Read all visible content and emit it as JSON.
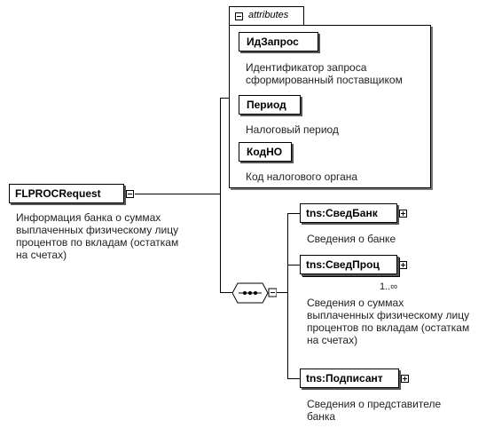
{
  "root": {
    "name": "FLPROCRequest",
    "description": "Информация банка о суммах\nвыплаченных физическому лицу\nпроцентов по вкладам (остаткам\nна счетах)"
  },
  "attributes": {
    "header": "attributes",
    "items": [
      {
        "name": "ИдЗапрос",
        "description": "Идентификатор запроса\nсформированный поставщиком"
      },
      {
        "name": "Период",
        "description": "Налоговый период"
      },
      {
        "name": "КодНО",
        "description": "Код налогового органа"
      }
    ]
  },
  "elements": [
    {
      "name": "tns:СведБанк",
      "description": "Сведения о банке"
    },
    {
      "name": "tns:СведПроц",
      "description": "Сведения о суммах\nвыплаченных физическому лицу\nпроцентов по вкладам (остаткам\nна счетах)",
      "cardinality": "1..∞"
    },
    {
      "name": "tns:Подписант",
      "description": "Сведения о представителе\nбанка"
    }
  ]
}
